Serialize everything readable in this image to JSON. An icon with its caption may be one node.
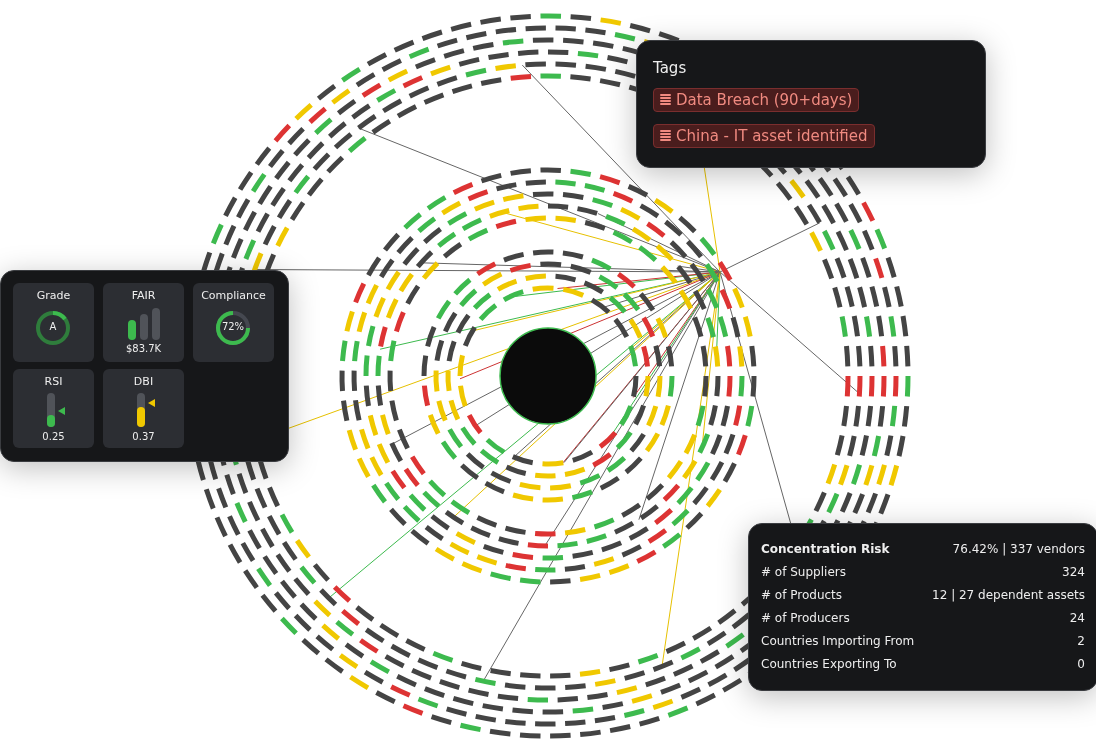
{
  "diagram": {
    "nodes": [
      {
        "text": [
          "Tags"
        ]
      },
      {
        "text": [
          "Data Breach (90+days)"
        ],
        "in": 0
      },
      {
        "text": [
          "China - IT asset identified"
        ],
        "in": 0
      },
      {
        "text": [],
        "shape": "box"
      },
      {
        "text": [
          "Grade",
          "A"
        ],
        "in": 3
      },
      {
        "text": [
          "FAIR",
          "$83.7K"
        ],
        "in": 3
      },
      {
        "text": [
          "Compliance",
          "72%"
        ],
        "in": 3
      },
      {
        "text": [
          "RSI",
          "0.25"
        ],
        "in": 3
      },
      {
        "text": [
          "DBI",
          "0.37"
        ],
        "in": 3
      },
      {
        "text": [],
        "shape": "box"
      }
    ],
    "edges": [],
    "labels": [
      "Concentration Risk",
      "76.42% | 337 vendors",
      "# of Suppliers",
      "324",
      "# of Products",
      "12 | 27 dependent assets",
      "# of Producers",
      "24",
      "Countries Importing From",
      "2",
      "Countries Exporting To",
      "0"
    ]
  }
}
